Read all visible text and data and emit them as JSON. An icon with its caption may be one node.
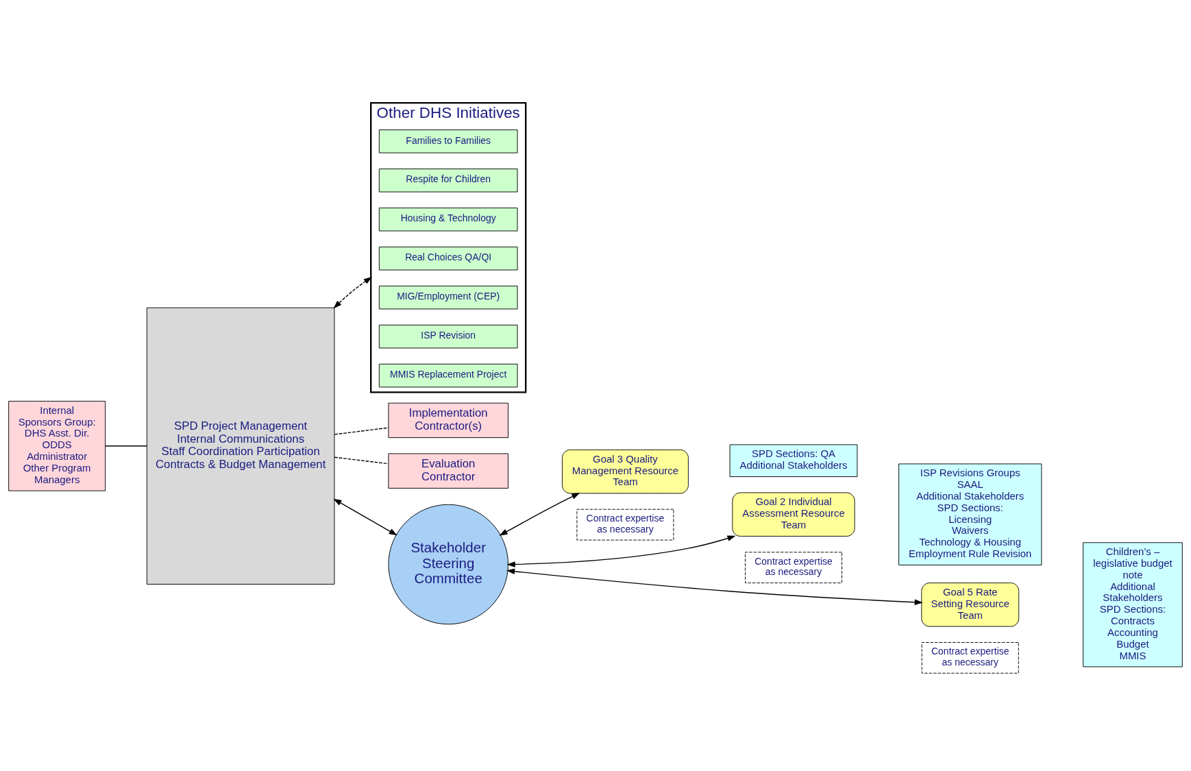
{
  "diagram": {
    "nodes": [
      {
        "text": [
          "Internal Sponsors Group:",
          "DHS Asst. Dir. ODDS Administrator Other Program Managers"
        ]
      },
      {
        "text": [
          "SPD Project Management",
          "Internal Communications",
          "Staff Coordination Participation",
          "Contracts & Budget Management"
        ]
      },
      {
        "text": [
          "Other DHS Initiatives"
        ]
      },
      {
        "text": [
          "Families to Families"
        ],
        "in": 2
      },
      {
        "text": [
          "Respite for Children"
        ],
        "in": 2
      },
      {
        "text": [
          "Housing & Technology"
        ],
        "in": 2
      },
      {
        "text": [
          "Real Choices QA/QI"
        ],
        "in": 2
      },
      {
        "text": [
          "MIG/Employment (CEP)"
        ],
        "in": 2
      },
      {
        "text": [
          "ISP Revision"
        ],
        "in": 2
      },
      {
        "text": [
          "MMIS Replacement Project"
        ],
        "in": 2
      },
      {
        "text": [
          "Implementation Contractor(s)"
        ]
      },
      {
        "text": [
          "Evaluation Contractor"
        ]
      },
      {
        "text": [
          "Stakeholder Steering Committee"
        ]
      },
      {
        "text": [
          "Goal 3 Quality Management Resource Team"
        ]
      },
      {
        "text": [
          "Contract expertise as necessary"
        ]
      },
      {
        "text": [
          "SPD Sections: QA",
          "Additional Stakeholders"
        ]
      },
      {
        "text": [
          "Goal 2 Individual Assessment Resource Team"
        ]
      },
      {
        "text": [
          "Contract expertise as necessary"
        ]
      },
      {
        "text": [
          "ISP Revisions Groups",
          "SAAL",
          "Additional Stakeholders",
          "SPD Sections:",
          "Licensing",
          "Waivers",
          "Technology & Housing",
          "Employment Rule Revision"
        ]
      },
      {
        "text": [
          "Goal 5 Rate Setting Resource Team"
        ]
      },
      {
        "text": [
          "Contract expertise as necessary"
        ]
      },
      {
        "text": [
          "Children’s – legislative budget note",
          "Additional Stakeholders",
          "SPD Sections:",
          "Contracts",
          "Accounting",
          "Budget",
          "MMIS"
        ]
      }
    ],
    "edges": [
      {
        "from": 0,
        "to": 1,
        "arrow": "none"
      },
      {
        "from": 1,
        "to": 2,
        "arrow": "both",
        "style": "dashed"
      },
      {
        "from": 1,
        "to": 12,
        "arrow": "both"
      },
      {
        "from": 1,
        "to": 10,
        "arrow": "none",
        "style": "dashed"
      },
      {
        "from": 1,
        "to": 11,
        "arrow": "none",
        "style": "dashed"
      },
      {
        "from": 12,
        "to": 13,
        "arrow": "both"
      },
      {
        "from": 12,
        "to": 16,
        "arrow": "both"
      },
      {
        "from": 12,
        "to": 19,
        "arrow": "both"
      }
    ]
  }
}
